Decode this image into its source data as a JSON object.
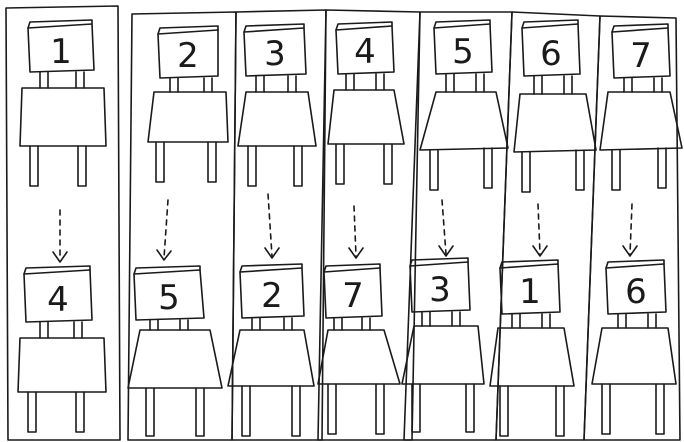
{
  "columns": [
    {
      "top_chair": "1",
      "bottom_chair": "4"
    },
    {
      "top_chair": "2",
      "bottom_chair": "5"
    },
    {
      "top_chair": "3",
      "bottom_chair": "2"
    },
    {
      "top_chair": "4",
      "bottom_chair": "7"
    },
    {
      "top_chair": "5",
      "bottom_chair": "3"
    },
    {
      "top_chair": "6",
      "bottom_chair": "1"
    },
    {
      "top_chair": "7",
      "bottom_chair": "6"
    }
  ],
  "colors": {
    "ink": "#1a1a1a",
    "background": "#ffffff"
  },
  "icons": {
    "chair": "chair-icon",
    "arrow": "dashed-down-arrow-icon"
  }
}
